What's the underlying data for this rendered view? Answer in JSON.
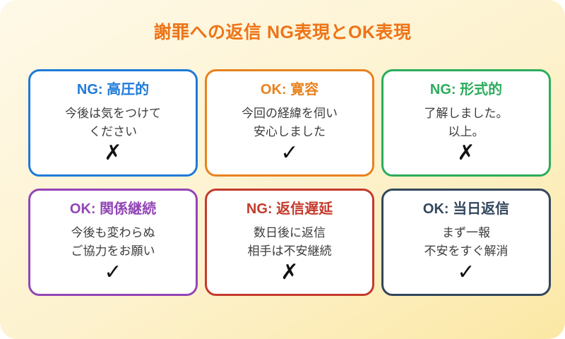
{
  "title": "謝罪への返信 NG表現とOK表現",
  "colors": {
    "title": "#ED7418",
    "background_top": "#FEF9E8",
    "background_bottom": "#FBE8A5",
    "card_background": "#FFFFFF",
    "body_text": "#3C3C3C",
    "mark": "#111111"
  },
  "cards": [
    {
      "label": "NG: 高圧的",
      "text": "今後は気をつけて\nください",
      "mark": "✗",
      "verdict": "NG",
      "color": "#1E7AD9"
    },
    {
      "label": "OK: 寛容",
      "text": "今回の経緯を伺い\n安心しました",
      "mark": "✓",
      "verdict": "OK",
      "color": "#E8821E"
    },
    {
      "label": "NG: 形式的",
      "text": "了解しました。\n以上。",
      "mark": "✗",
      "verdict": "NG",
      "color": "#2BAD5C"
    },
    {
      "label": "OK: 関係継続",
      "text": "今後も変わらぬ\nご協力をお願い",
      "mark": "✓",
      "verdict": "OK",
      "color": "#9245B5"
    },
    {
      "label": "NG: 返信遅延",
      "text": "数日後に返信\n相手は不安継続",
      "mark": "✗",
      "verdict": "NG",
      "color": "#C43A2C"
    },
    {
      "label": "OK: 当日返信",
      "text": "まず一報\n不安をすぐ解消",
      "mark": "✓",
      "verdict": "OK",
      "color": "#33475C"
    }
  ]
}
